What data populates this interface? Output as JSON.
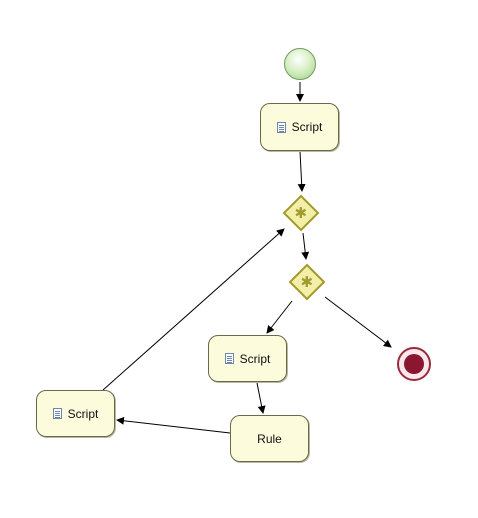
{
  "nodes": {
    "script_top": {
      "label": "Script",
      "icon": "script-icon"
    },
    "script_mid": {
      "label": "Script",
      "icon": "script-icon"
    },
    "script_left": {
      "label": "Script",
      "icon": "script-icon"
    },
    "rule": {
      "label": "Rule"
    }
  },
  "gateways": {
    "converging": {
      "symbol": "✱"
    },
    "diverging": {
      "symbol": "✱"
    }
  },
  "colors": {
    "task_fill": "#fcfbdc",
    "start": "#9fcf85",
    "end": "#8b1630",
    "gateway": "#a39a2e"
  }
}
